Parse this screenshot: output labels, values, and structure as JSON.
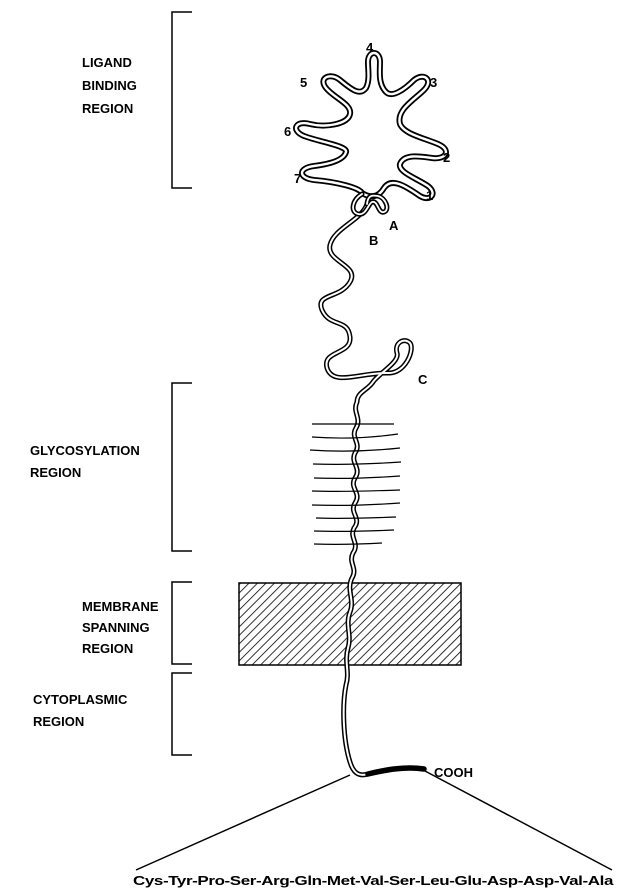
{
  "regions": {
    "ligand": [
      "LIGAND",
      "BINDING",
      "REGION"
    ],
    "glycosylation": [
      "GLYCOSYLATION",
      "REGION"
    ],
    "membrane": [
      "MEMBRANE",
      "SPANNING",
      "REGION"
    ],
    "cytoplasmic": [
      "CYTOPLASMIC",
      "REGION"
    ]
  },
  "repeats": {
    "r1": "1",
    "r2": "2",
    "r3": "3",
    "r4": "4",
    "r5": "5",
    "r6": "6",
    "r7": "7",
    "A": "A",
    "B": "B",
    "C": "C"
  },
  "terminus": "COOH",
  "sequence": "Cys-Tyr-Pro-Ser-Arg-Gln-Met-Val-Ser-Leu-Glu-Asp-Asp-Val-Ala",
  "colors": {
    "ink": "#000000",
    "paper": "#ffffff"
  }
}
